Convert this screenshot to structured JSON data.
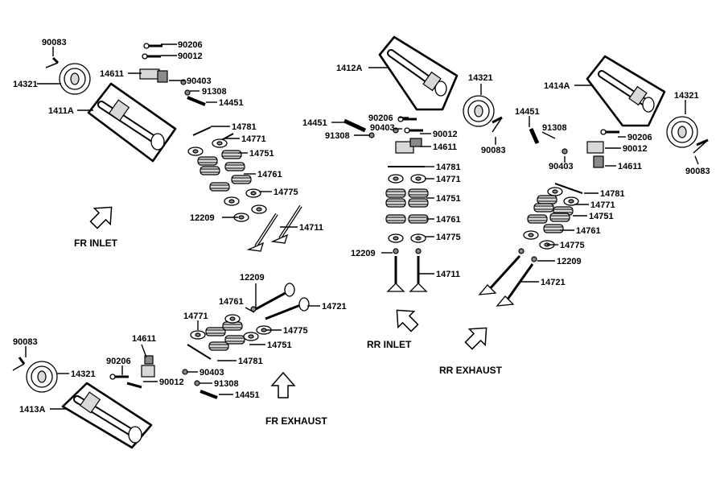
{
  "sections": {
    "fr_inlet": "FR  INLET",
    "fr_exhaust": "FR EXHAUST",
    "rr_inlet": "RR  INLET",
    "rr_exhaust": "RR EXHAUST"
  },
  "labels": {
    "fi_90083": "90083",
    "fi_14321": "14321",
    "fi_1411A": "1411A",
    "fi_90206": "90206",
    "fi_90012": "90012",
    "fi_14611": "14611",
    "fi_90403": "90403",
    "fi_91308": "91308",
    "fi_14451": "14451",
    "fi_14781": "14781",
    "fi_14771": "14771",
    "fi_14751": "14751",
    "fi_14761": "14761",
    "fi_14775": "14775",
    "fi_12209": "12209",
    "fi_14711": "14711",
    "fe_12209": "12209",
    "fe_14761": "14761",
    "fe_14771": "14771",
    "fe_14721": "14721",
    "fe_14775": "14775",
    "fe_14751": "14751",
    "fe_14781": "14781",
    "fe_14611": "14611",
    "fe_90206": "90206",
    "fe_90012": "90012",
    "fe_90403": "90403",
    "fe_91308": "91308",
    "fe_14451": "14451",
    "fe_90083": "90083",
    "fe_14321": "14321",
    "fe_1413A": "1413A",
    "ri_1412A": "1412A",
    "ri_14321": "14321",
    "ri_90083": "90083",
    "ri_90206": "90206",
    "ri_14451": "14451",
    "ri_90403": "90403",
    "ri_91308": "91308",
    "ri_90012": "90012",
    "ri_14611": "14611",
    "ri_14781": "14781",
    "ri_14771": "14771",
    "ri_14751": "14751",
    "ri_14761": "14761",
    "ri_14775": "14775",
    "ri_12209": "12209",
    "ri_14711": "14711",
    "re_1414A": "1414A",
    "re_14321": "14321",
    "re_90083": "90083",
    "re_14451": "14451",
    "re_91308": "91308",
    "re_90206": "90206",
    "re_90012": "90012",
    "re_90403": "90403",
    "re_14611": "14611",
    "re_14781": "14781",
    "re_14771": "14771",
    "re_14751": "14751",
    "re_14761": "14761",
    "re_14775": "14775",
    "re_12209": "12209",
    "re_14721": "14721"
  }
}
